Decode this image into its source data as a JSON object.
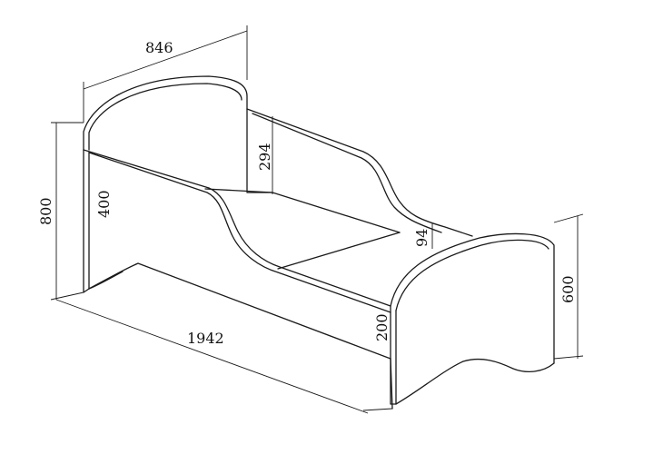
{
  "diagram": {
    "type": "technical-drawing",
    "subject": "bed",
    "units": "mm",
    "dimensions": {
      "width": "846",
      "height_headboard": "800",
      "length": "1942",
      "height_footboard": "600",
      "side_panel_height": "400",
      "side_rail_height": "294",
      "mattress_gap": "94",
      "base_height": "200"
    }
  }
}
